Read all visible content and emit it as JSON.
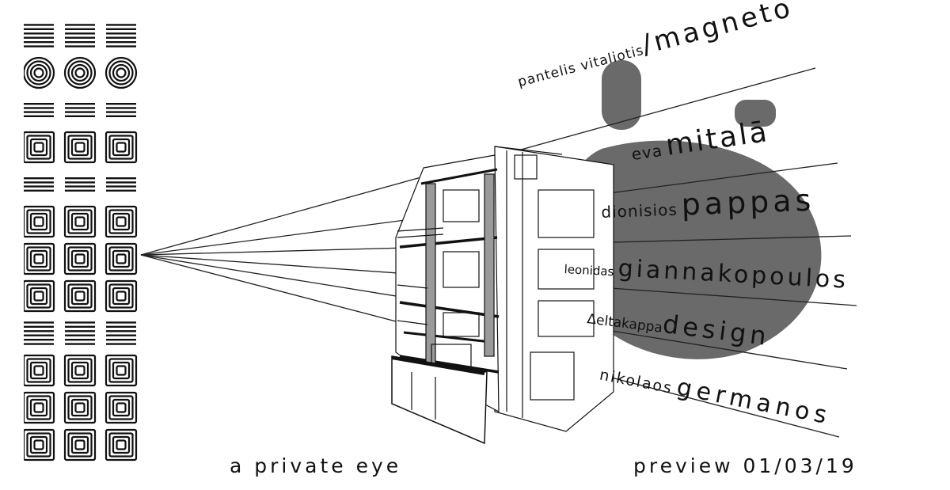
{
  "poster": {
    "left_column_letters": [
      "Z",
      "O",
      "I",
      "T",
      "I",
      "D",
      "E",
      "F",
      "#",
      "E",
      "P",
      "G"
    ],
    "names": {
      "n1_first": "pantelis vitaliotis",
      "n1_last": "/magneto",
      "n2_first": "eva",
      "n2_last": "mitalā",
      "n3_first": "dionisios",
      "n3_last": "pappas",
      "n4_first": "leonidas",
      "n4_last": "giannakopoulos",
      "n5_first": "Δeltakappa",
      "n5_last": "design",
      "n6_first": "nikolaos",
      "n6_last": "germanos"
    },
    "caption_left": "a private eye",
    "caption_right": "preview 01/03/19"
  },
  "colors": {
    "ink": "#111111",
    "blob": "#6a6a6a",
    "background": "#ffffff"
  }
}
